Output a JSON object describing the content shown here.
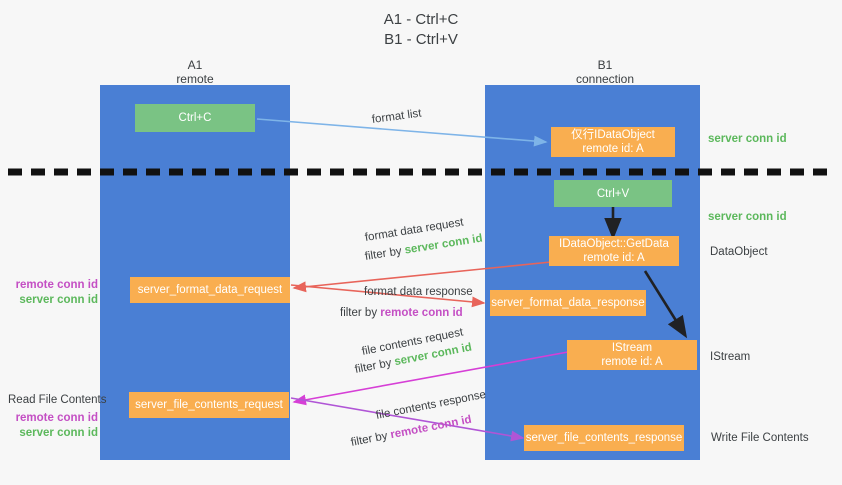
{
  "title": {
    "line1": "A1 - Ctrl+C",
    "line2": "B1 - Ctrl+V"
  },
  "lanes": [
    {
      "id": "a1",
      "name": "A1",
      "role": "remote"
    },
    {
      "id": "b1",
      "name": "B1",
      "role": "connection"
    }
  ],
  "colors": {
    "lane": "#4a7fd4",
    "green_box": "#7ac384",
    "orange_box": "#f9ae50",
    "green_text": "#5cb85c",
    "purple_text": "#c44fc4",
    "blue_arrow": "#7eb4e8",
    "red_arrow": "#e8645a",
    "magenta_arrow": "#d63fd6",
    "purple_arrow": "#a855d6",
    "black": "#202124",
    "background": "#f7f7f7"
  },
  "nodes": {
    "ctrl_c": {
      "label": "Ctrl+C"
    },
    "idataobject": {
      "label": "仅行IDataObject",
      "sub": "remote id: A"
    },
    "ctrl_v": {
      "label": "Ctrl+V"
    },
    "getdata": {
      "label": "IDataObject::GetData",
      "sub": "remote id: A"
    },
    "istream": {
      "label": "IStream",
      "sub": "remote id: A"
    },
    "server_format_data_request": {
      "label": "server_format_data_request"
    },
    "server_format_data_response": {
      "label": "server_format_data_response"
    },
    "server_file_contents_request": {
      "label": "server_file_contents_request"
    },
    "server_file_contents_response": {
      "label": "server_file_contents_response"
    }
  },
  "edge_labels": {
    "format_list": "format list",
    "format_data_request": "format data request",
    "format_data_response": "format data response",
    "file_contents_request": "file contents request",
    "file_contents_response": "file contents response",
    "filter_by": "filter by ",
    "server_conn_id": "server conn id",
    "remote_conn_id": "remote conn id"
  },
  "right_annotations": [
    {
      "text": "server conn id",
      "style": "green"
    },
    {
      "text": "server conn id",
      "style": "green"
    },
    {
      "text": "DataObject",
      "style": "plain"
    },
    {
      "text": "IStream",
      "style": "plain"
    },
    {
      "text": "Write File Contents",
      "style": "plain"
    }
  ],
  "left_annotations": {
    "group1": [
      {
        "text": "remote conn id",
        "style": "purple"
      },
      {
        "text": "server conn id",
        "style": "green"
      }
    ],
    "read_file_contents": "Read File Contents",
    "group2": [
      {
        "text": "remote conn id",
        "style": "purple"
      },
      {
        "text": "server conn id",
        "style": "green"
      }
    ]
  }
}
